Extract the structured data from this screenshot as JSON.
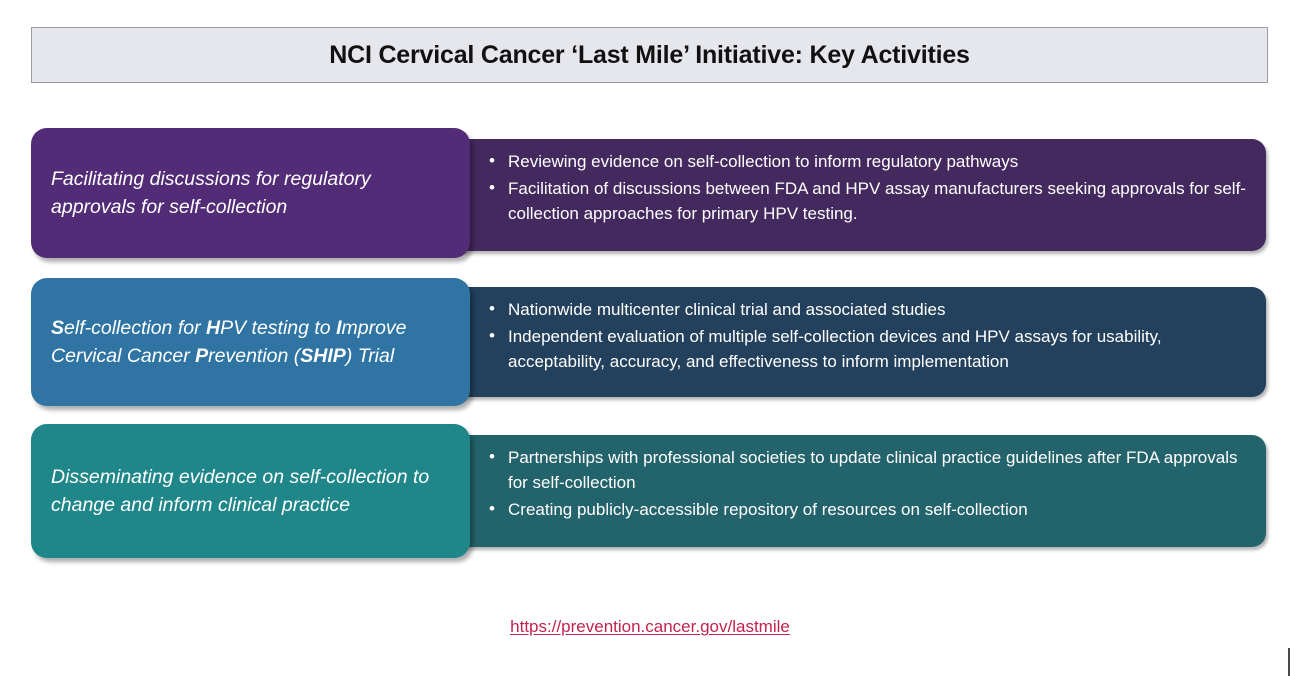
{
  "title": {
    "text": "NCI Cervical Cancer ‘Last Mile’ Initiative: Key Activities"
  },
  "colors": {
    "title_background": "#e6e7ec",
    "title_border": "#9a9aa3",
    "row1_label": "#522c76",
    "row1_content": "#44295e",
    "row2_label": "#2f74a3",
    "row2_content": "#23405c",
    "row3_label": "#1f868a",
    "row3_content": "#23636b",
    "link": "#c2234e",
    "text": "#ffffff"
  },
  "rows": [
    {
      "label_plain": "Facilitating discussions for regulatory approvals for self-collection",
      "label_html": "Facilitating discussions for regulatory approvals for self-collection",
      "bullets": [
        "Reviewing evidence on self-collection to inform regulatory pathways",
        "Facilitation of discussions between FDA and HPV assay manufacturers seeking approvals for self-collection approaches for primary HPV testing."
      ]
    },
    {
      "label_plain": "Self-collection for HPV testing to Improve Cervical Cancer Prevention (SHIP) Trial",
      "label_html": "<b>S</b>elf-collection for <b>H</b>PV testing to <b>I</b>mprove Cervical Cancer <b>P</b>revention (<b>SHIP</b>) Trial",
      "bullets": [
        "Nationwide multicenter clinical trial and associated studies",
        "Independent evaluation of multiple self-collection devices and HPV assays for usability, acceptability, accuracy, and effectiveness to inform implementation"
      ]
    },
    {
      "label_plain": "Disseminating evidence on self-collection to change and inform clinical practice",
      "label_html": "Disseminating evidence on self-collection to change and inform clinical practice",
      "bullets": [
        "Partnerships with professional societies to update clinical practice guidelines after FDA approvals for self-collection",
        "Creating publicly-accessible repository of resources on self-collection"
      ]
    }
  ],
  "footer": {
    "link_text": "https://prevention.cancer.gov/lastmile"
  }
}
